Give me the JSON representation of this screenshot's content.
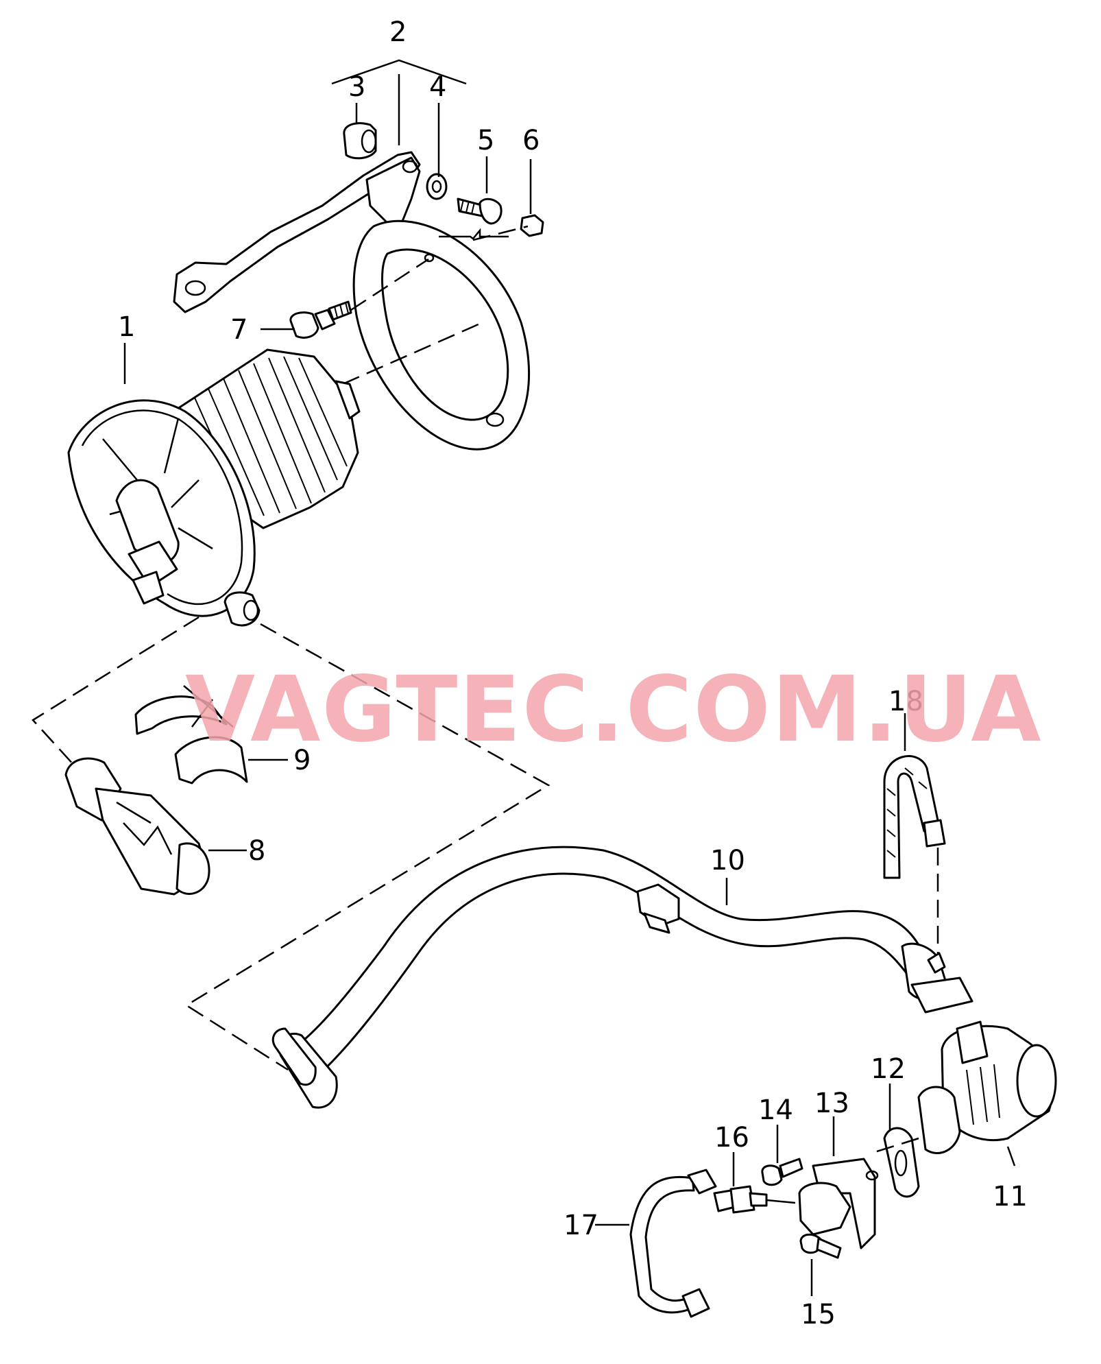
{
  "watermark": "VAGTEC.COM.UA",
  "callouts": [
    "1",
    "2",
    "3",
    "4",
    "5",
    "6",
    "7",
    "8",
    "9",
    "10",
    "11",
    "12",
    "13",
    "14",
    "15",
    "16",
    "17",
    "18"
  ],
  "colors": {
    "line": "#000000",
    "watermark": "#f4a6ad",
    "background": "#ffffff"
  }
}
